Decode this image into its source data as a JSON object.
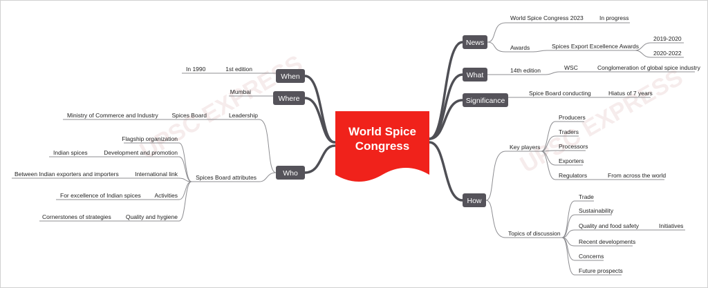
{
  "central": {
    "title_line1": "World Spice",
    "title_line2": "Congress"
  },
  "watermark": "UPSC EXPRESS",
  "colors": {
    "central": "#f0221b",
    "topic": "#55535a",
    "branch": "#4f4f55",
    "leaf_line": "#8c8c90"
  },
  "right": {
    "news": {
      "label": "News",
      "wsc2023": "World Spice Congress 2023",
      "in_progress": "In progress",
      "awards": "Awards",
      "excellence": "Spices Export Excellence Awards",
      "y1": "2019-2020",
      "y2": "2020-2022"
    },
    "what": {
      "label": "What",
      "edition": "14th edition",
      "wsc": "WSC",
      "conglomeration": "Conglomeration of global spice industry"
    },
    "significance": {
      "label": "Significance",
      "conducting": "Spice Board conducting",
      "hiatus": "Hiatus of 7 years"
    },
    "how": {
      "label": "How",
      "key_players": "Key players",
      "players": [
        "Producers",
        "Traders",
        "Processors",
        "Exporters",
        "Regulators"
      ],
      "regulators_from": "From across the world",
      "topics_label": "Topics of discussion",
      "topics": [
        "Trade",
        "Sustainability",
        "Quality and food safety",
        "Recent developments",
        "Concerns",
        "Future prospects"
      ],
      "initiatives": "Initiatives"
    }
  },
  "left": {
    "when": {
      "label": "When",
      "first_edition": "1st edition",
      "year": "In 1990"
    },
    "where": {
      "label": "Where",
      "city": "Mumbai"
    },
    "who": {
      "label": "Who",
      "leadership": "Leadership",
      "spices_board": "Spices Board",
      "ministry": "Ministry of Commerce and Industry",
      "attributes": "Spices Board attributes",
      "flagship": "Flagship organization",
      "development": "Development and promotion",
      "indian_spices": "Indian spices",
      "intl_link": "International link",
      "between": "Between Indian exporters and importers",
      "activities": "Activities",
      "excellence": "For excellence of Indian spices",
      "quality": "Quality and hygiene",
      "cornerstones": "Cornerstones of strategies"
    }
  }
}
